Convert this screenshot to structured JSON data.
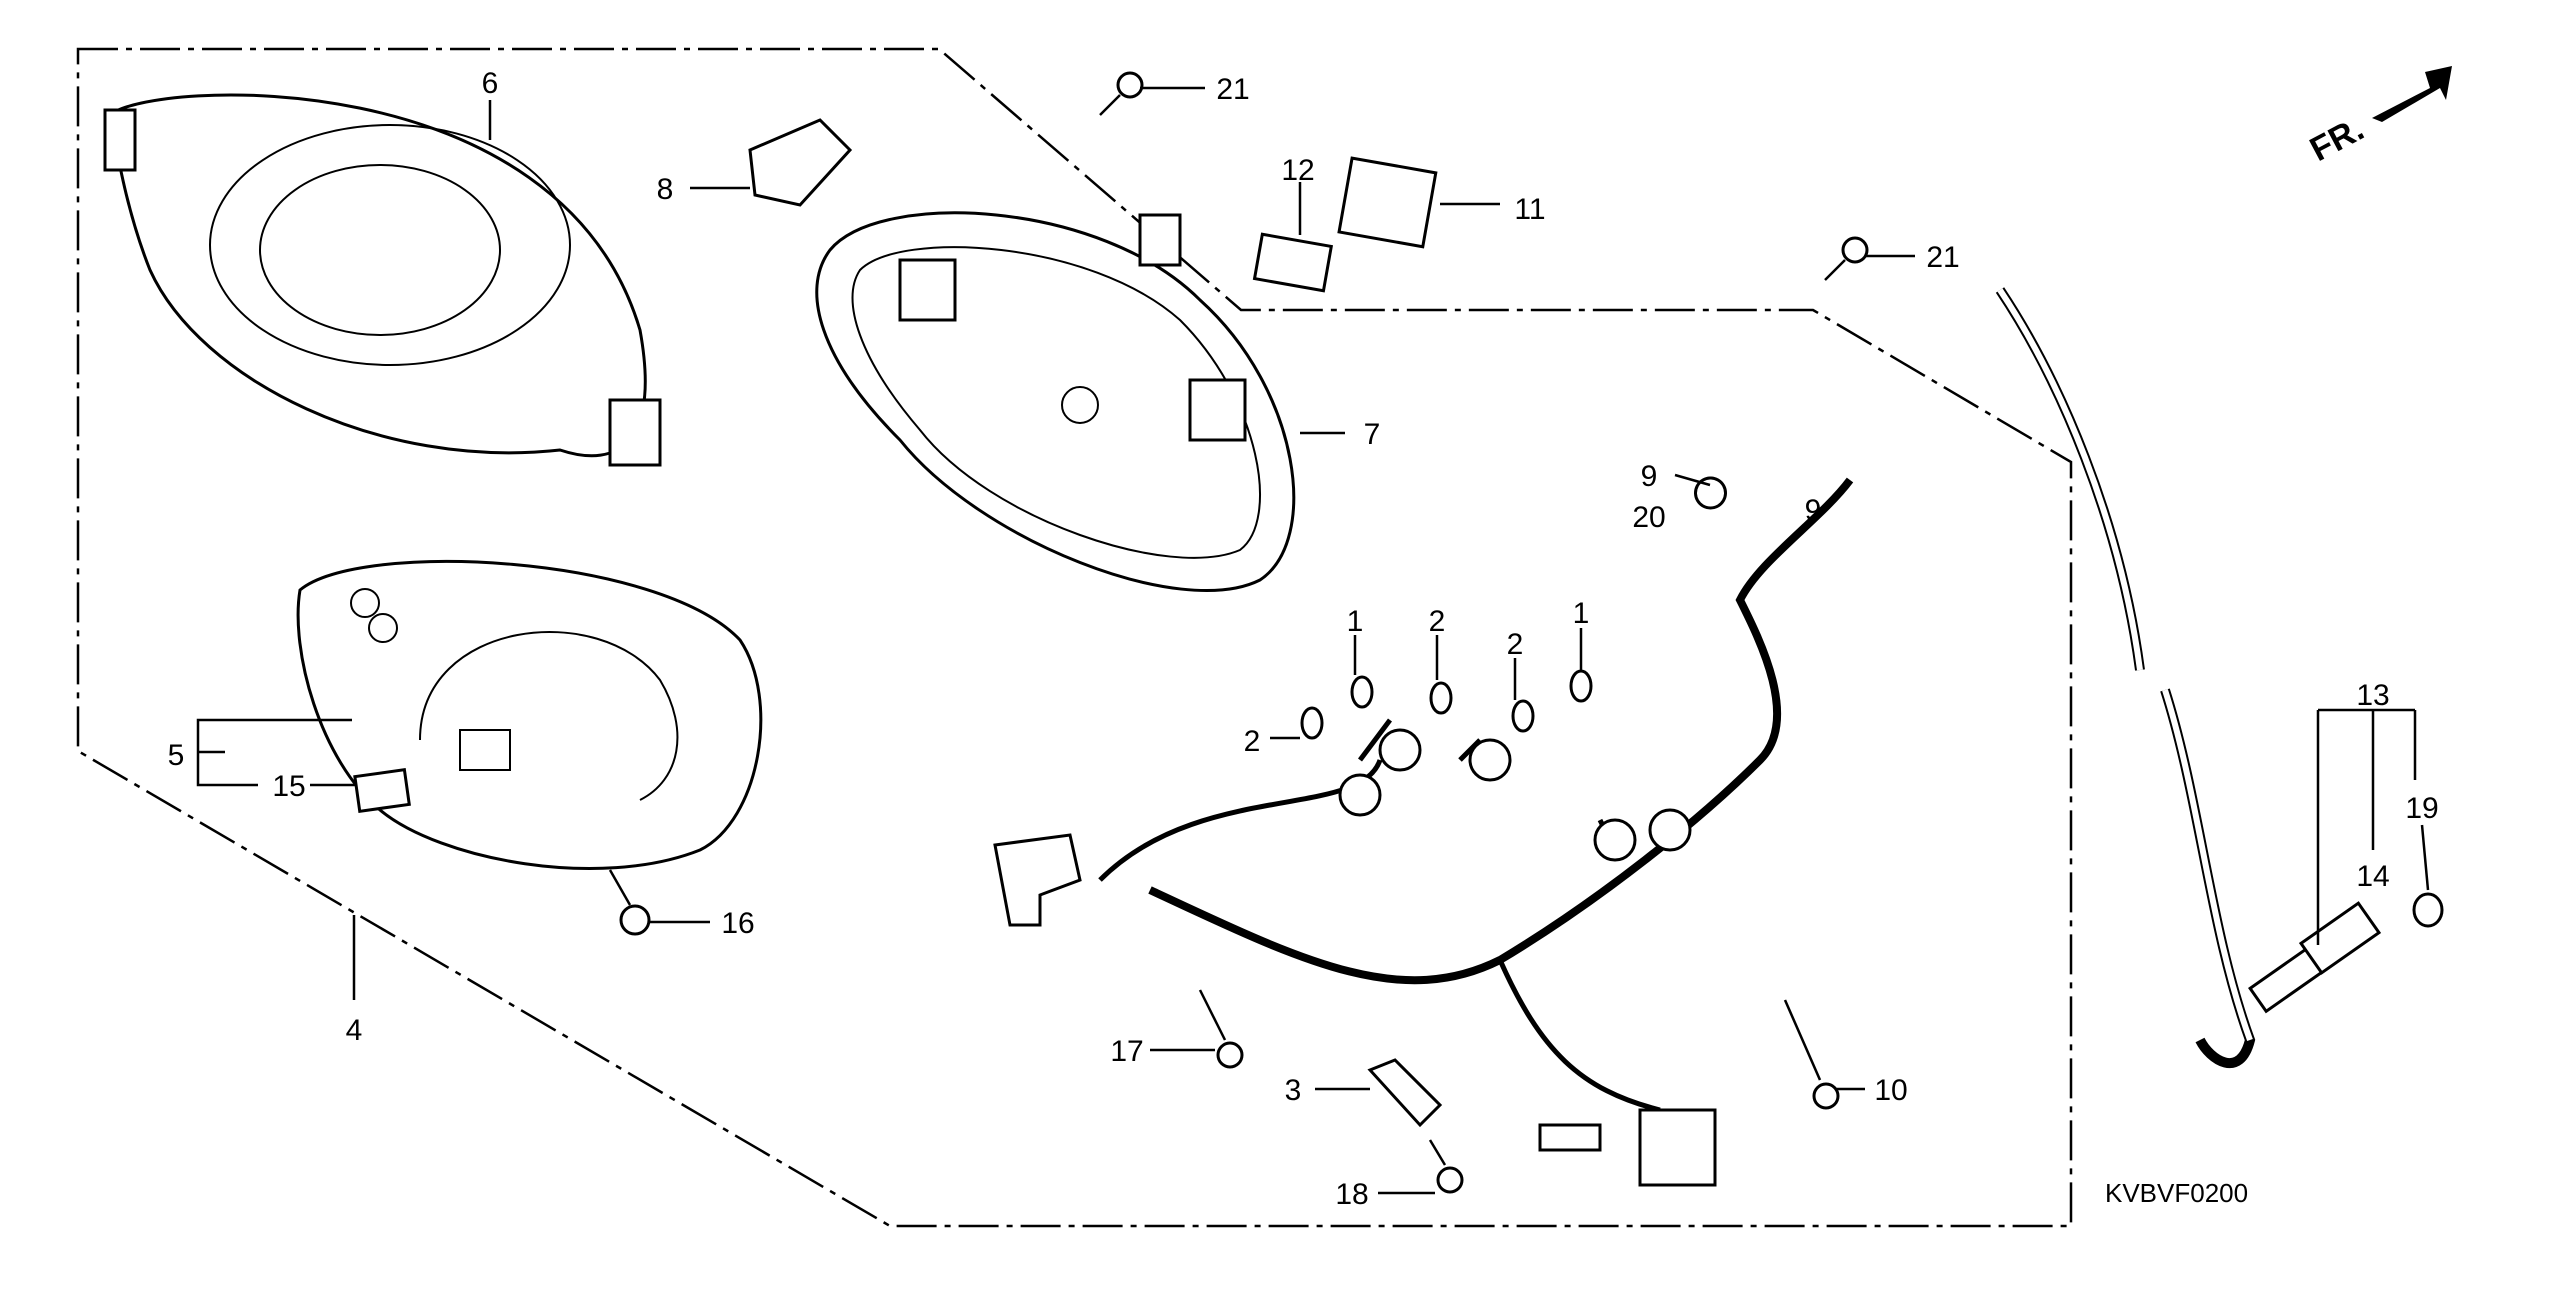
{
  "diagram": {
    "code": "KVBVF0200",
    "direction_marker": "FR.",
    "callouts": {
      "c1a": "1",
      "c1b": "1",
      "c2a": "2",
      "c2b": "2",
      "c2c": "2",
      "c3": "3",
      "c4": "4",
      "c5": "5",
      "c6": "6",
      "c7": "7",
      "c8": "8",
      "c9a": "9",
      "c9b": "9",
      "c10": "10",
      "c11": "11",
      "c12": "12",
      "c13": "13",
      "c14": "14",
      "c15": "15",
      "c16": "16",
      "c17": "17",
      "c18": "18",
      "c19": "19",
      "c20": "20",
      "c21a": "21",
      "c21b": "21"
    }
  }
}
